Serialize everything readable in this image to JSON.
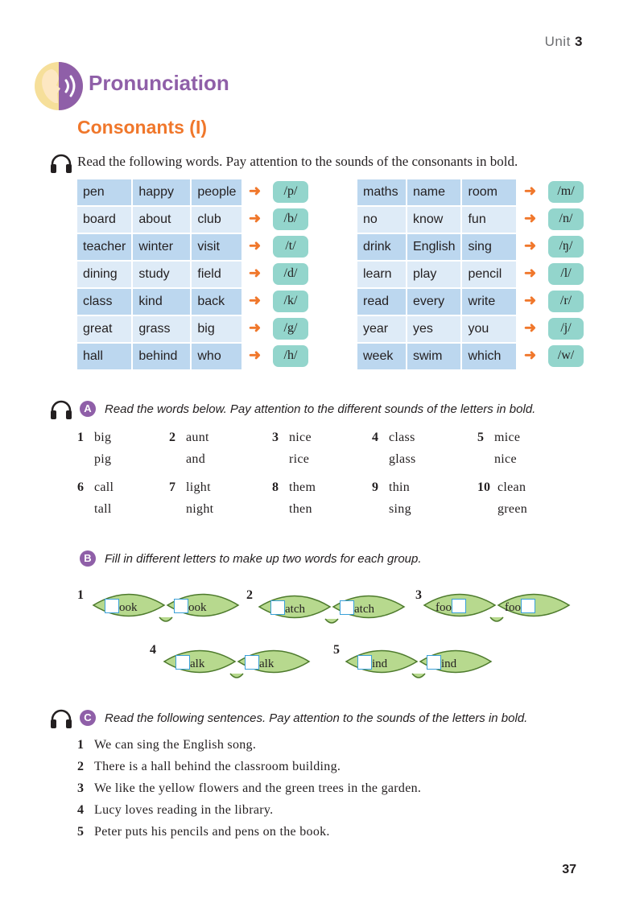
{
  "header": {
    "unit_label": "Unit",
    "unit_number": "3",
    "page_number": "37"
  },
  "pronunciation": {
    "title": "Pronunciation",
    "subtitle": "Consonants (I)"
  },
  "intro": {
    "instruction": "Read the following words. Pay attention to the sounds of the consonants in bold."
  },
  "table_left": [
    {
      "words": [
        "pen",
        "happy",
        "people"
      ],
      "sound": "/p/"
    },
    {
      "words": [
        "board",
        "about",
        "club"
      ],
      "sound": "/b/"
    },
    {
      "words": [
        "teacher",
        "winter",
        "visit"
      ],
      "sound": "/t/"
    },
    {
      "words": [
        "dining",
        "study",
        "field"
      ],
      "sound": "/d/"
    },
    {
      "words": [
        "class",
        "kind",
        "back"
      ],
      "sound": "/k/"
    },
    {
      "words": [
        "great",
        "grass",
        "big"
      ],
      "sound": "/g/"
    },
    {
      "words": [
        "hall",
        "behind",
        "who"
      ],
      "sound": "/h/"
    }
  ],
  "table_right": [
    {
      "words": [
        "maths",
        "name",
        "room"
      ],
      "sound": "/m/"
    },
    {
      "words": [
        "no",
        "know",
        "fun"
      ],
      "sound": "/n/"
    },
    {
      "words": [
        "drink",
        "English",
        "sing"
      ],
      "sound": "/ŋ/"
    },
    {
      "words": [
        "learn",
        "play",
        "pencil"
      ],
      "sound": "/l/"
    },
    {
      "words": [
        "read",
        "every",
        "write"
      ],
      "sound": "/r/"
    },
    {
      "words": [
        "year",
        "yes",
        "you"
      ],
      "sound": "/j/"
    },
    {
      "words": [
        "week",
        "swim",
        "which"
      ],
      "sound": "/w/"
    }
  ],
  "section_a": {
    "letter": "A",
    "instruction": "Read the words below. Pay attention to the different sounds of the letters in bold.",
    "groups": [
      {
        "n": "1",
        "w1": "big",
        "w2": "pig"
      },
      {
        "n": "2",
        "w1": "aunt",
        "w2": "and"
      },
      {
        "n": "3",
        "w1": "nice",
        "w2": "rice"
      },
      {
        "n": "4",
        "w1": "class",
        "w2": "glass"
      },
      {
        "n": "5",
        "w1": "mice",
        "w2": "nice"
      },
      {
        "n": "6",
        "w1": "call",
        "w2": "tall"
      },
      {
        "n": "7",
        "w1": "light",
        "w2": "night"
      },
      {
        "n": "8",
        "w1": "them",
        "w2": "then"
      },
      {
        "n": "9",
        "w1": "thin",
        "w2": "sing"
      },
      {
        "n": "10",
        "w1": "clean",
        "w2": "green"
      }
    ]
  },
  "section_b": {
    "letter": "B",
    "instruction": "Fill in different letters to make up two words for each group.",
    "groups": [
      {
        "n": "1",
        "a": "ook",
        "b": "ook",
        "blank": "before"
      },
      {
        "n": "2",
        "a": "atch",
        "b": "atch",
        "blank": "before"
      },
      {
        "n": "3",
        "a": "foo",
        "b": "foo",
        "blank": "after"
      },
      {
        "n": "4",
        "a": "alk",
        "b": "alk",
        "blank": "before"
      },
      {
        "n": "5",
        "a": "ind",
        "b": "ind",
        "blank": "before"
      }
    ]
  },
  "section_c": {
    "letter": "C",
    "instruction": "Read the following sentences. Pay attention to the sounds of the letters in bold.",
    "sentences": [
      {
        "n": "1",
        "text": "We can sing the English song."
      },
      {
        "n": "2",
        "text": "There is a hall behind the classroom building."
      },
      {
        "n": "3",
        "text": "We like the yellow flowers and the green trees in the garden."
      },
      {
        "n": "4",
        "text": "Lucy loves reading in the library."
      },
      {
        "n": "5",
        "text": "Peter puts his pencils and pens on the book."
      }
    ]
  },
  "colors": {
    "purple": "#8f5fa8",
    "orange": "#f0772b",
    "teal_chip": "#93d5cc",
    "table_dark": "#bcd7ef",
    "table_light": "#deebf7",
    "leaf_green": "#b7d98e"
  }
}
